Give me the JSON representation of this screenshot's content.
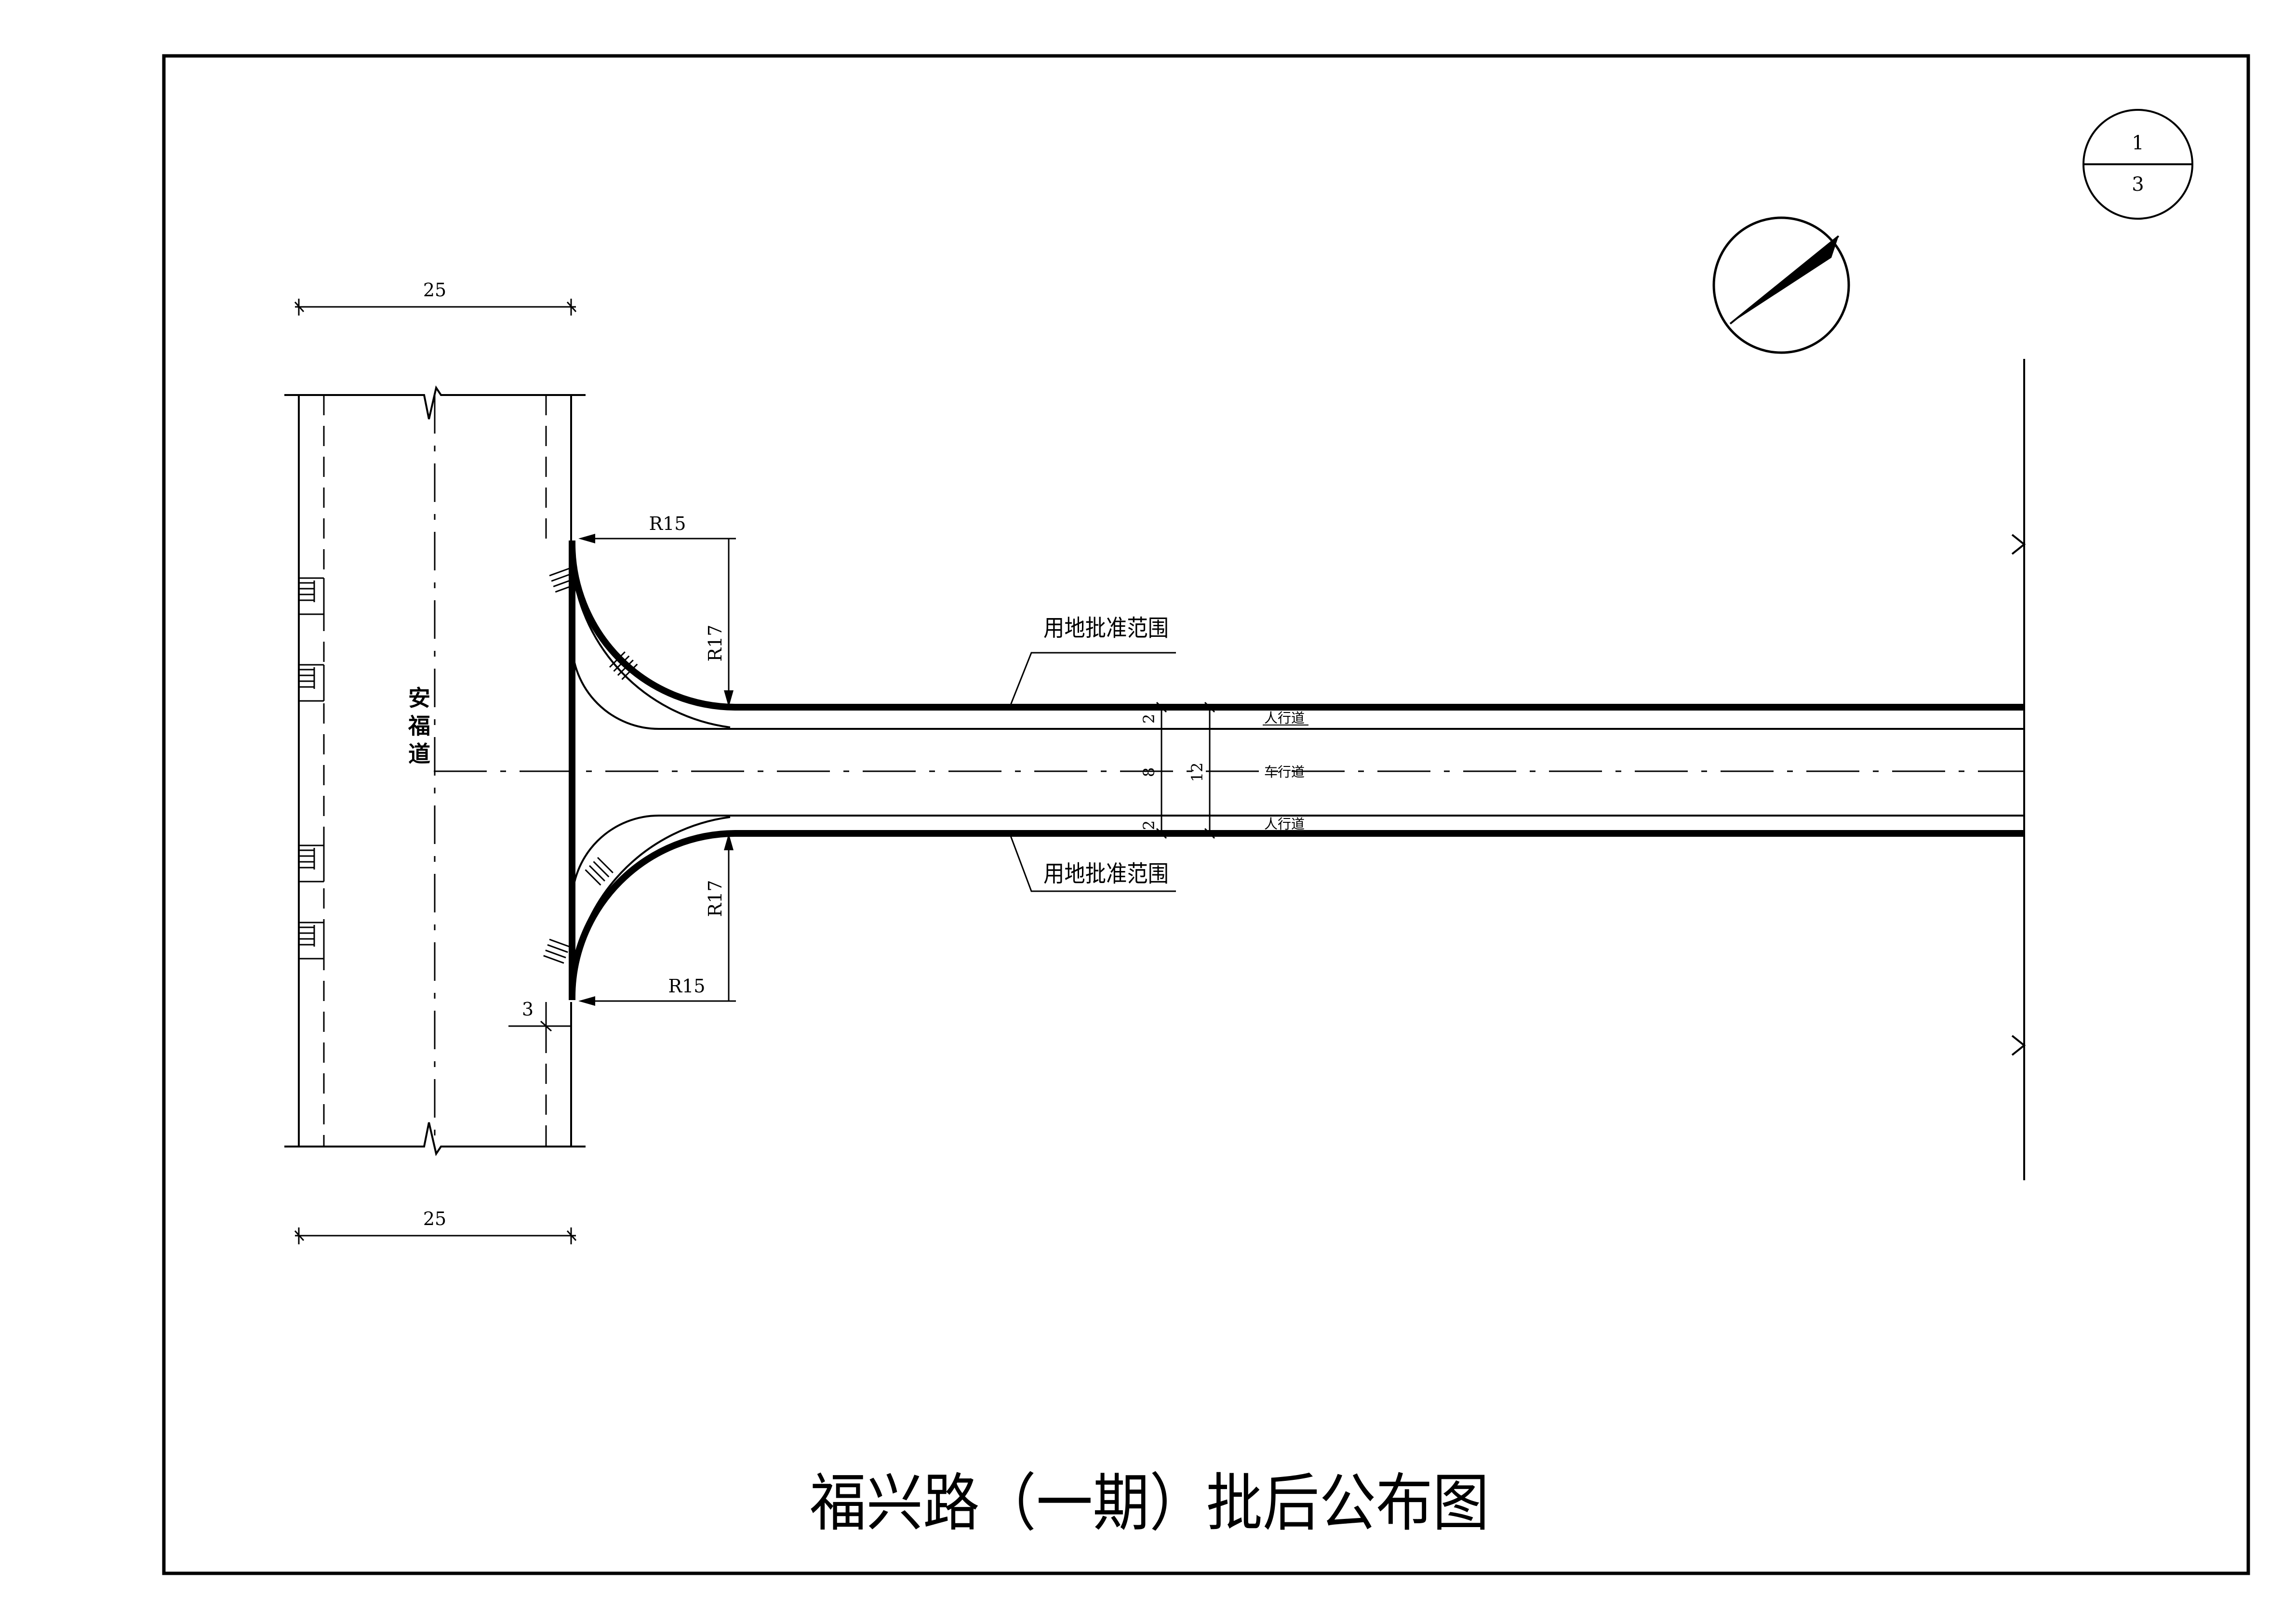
{
  "title": "福兴路（一期）批后公布图",
  "sheet": {
    "number": "1",
    "total": "3"
  },
  "main_road": {
    "name_chars": [
      "安",
      "福",
      "道"
    ]
  },
  "land_boundary_label": "用地批准范围",
  "lanes": {
    "sidewalk": "人行道",
    "carriageway": "车行道"
  },
  "dimensions": {
    "main_road_width_top": "25",
    "main_road_width_bottom": "25",
    "radius_upper_a": "R15",
    "radius_upper_b": "R17",
    "radius_lower_a": "R15",
    "radius_lower_b": "R17",
    "setback": "3",
    "sidewalk_top_width": "2",
    "carriageway_width": "8",
    "total_width": "12",
    "sidewalk_bottom_width": "2"
  }
}
